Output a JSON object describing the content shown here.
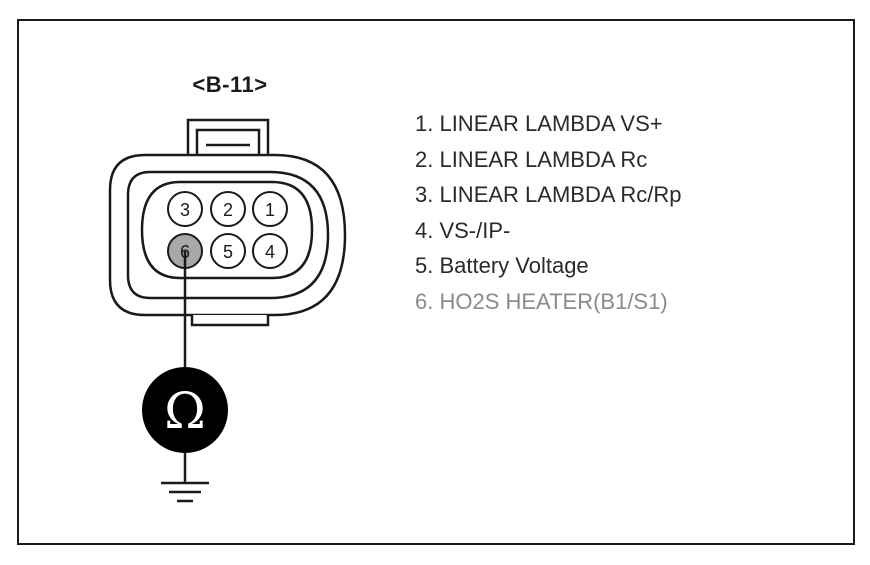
{
  "connector": {
    "id": "<B-11>"
  },
  "pins": [
    {
      "number": "1",
      "label": "1. LINEAR LAMBDA VS+",
      "highlight": false
    },
    {
      "number": "2",
      "label": "2. LINEAR LAMBDA Rc",
      "highlight": false
    },
    {
      "number": "3",
      "label": "3. LINEAR LAMBDA Rc/Rp",
      "highlight": false
    },
    {
      "number": "4",
      "label": "4. VS-/IP-",
      "highlight": false
    },
    {
      "number": "5",
      "label": "5. Battery Voltage",
      "highlight": false
    },
    {
      "number": "6",
      "label": "6. HO2S HEATER(B1/S1)",
      "highlight": true
    }
  ],
  "meter": {
    "symbol": "Ω",
    "icon": "ohmmeter-icon"
  },
  "ground": {
    "icon": "ground-icon"
  },
  "colors": {
    "outline": "#1a1a1a",
    "highlight_pin_fill": "#a8a8a8",
    "highlight_text": "#8a8a8a",
    "meter_fill": "#000000"
  }
}
